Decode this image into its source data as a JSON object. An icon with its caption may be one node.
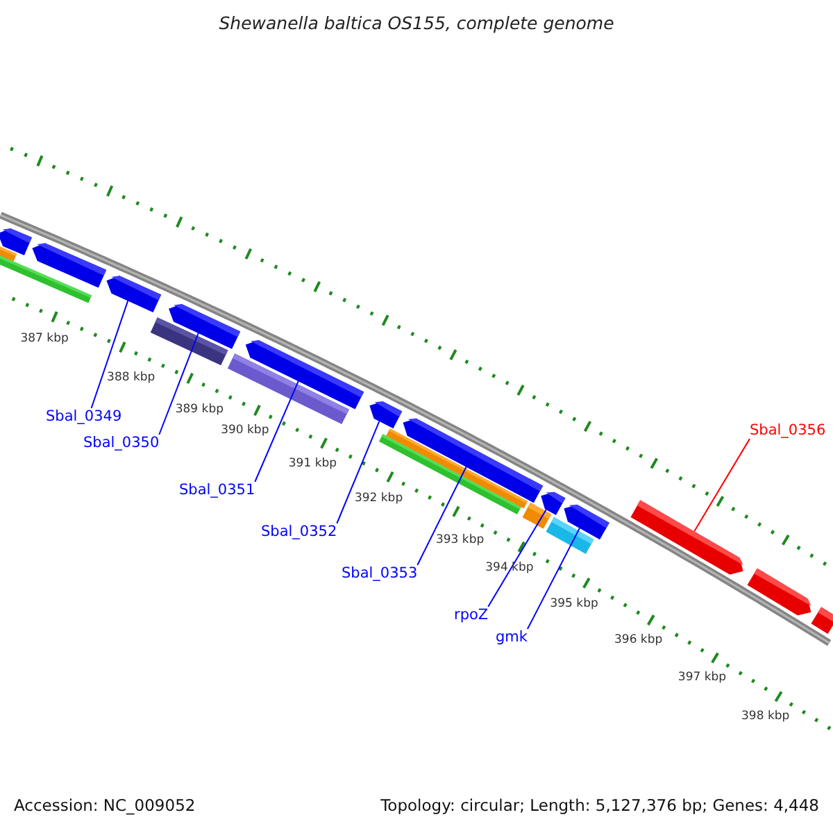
{
  "diagram": {
    "title": "Shewanella baltica OS155, complete genome",
    "nodes": [
      {
        "text": [
          "Sbal_0349"
        ]
      },
      {
        "text": [
          "Sbal_0350"
        ]
      },
      {
        "text": [
          "Sbal_0351"
        ]
      },
      {
        "text": [
          "Sbal_0352"
        ]
      },
      {
        "text": [
          "Sbal_0353"
        ]
      },
      {
        "text": [
          "rpoZ"
        ]
      },
      {
        "text": [
          "gmk"
        ]
      },
      {
        "text": [
          "Sbal_0356"
        ]
      },
      {
        "text": [],
        "shape": "bar"
      },
      {
        "text": [],
        "shape": "bar"
      },
      {
        "text": [],
        "shape": "bar"
      },
      {
        "text": [],
        "shape": "bar"
      },
      {
        "text": [],
        "shape": "bar"
      },
      {
        "text": [],
        "shape": "bar"
      },
      {
        "text": [],
        "shape": "bar"
      },
      {
        "text": [],
        "shape": "bar"
      },
      {
        "text": [],
        "shape": "bar"
      },
      {
        "text": [],
        "shape": "bar"
      },
      {
        "text": [],
        "shape": "bar"
      },
      {
        "text": [],
        "shape": "bar"
      },
      {
        "text": [],
        "shape": "bar"
      },
      {
        "text": [],
        "shape": "bar"
      },
      {
        "text": [],
        "shape": "bar"
      },
      {
        "text": [],
        "shape": "bar"
      },
      {
        "text": [],
        "shape": "bar"
      },
      {
        "text": [],
        "shape": "bar"
      },
      {
        "text": [],
        "shape": "bar"
      },
      {
        "text": [],
        "shape": "bar"
      }
    ],
    "edges": [
      {
        "from": 0,
        "to": 12,
        "arrow": "none"
      },
      {
        "from": 1,
        "to": 14,
        "arrow": "none"
      },
      {
        "from": 2,
        "to": 16,
        "arrow": "none"
      },
      {
        "from": 3,
        "to": 17,
        "arrow": "none"
      },
      {
        "from": 4,
        "to": 20,
        "arrow": "none"
      },
      {
        "from": 5,
        "to": 22,
        "arrow": "none"
      },
      {
        "from": 6,
        "to": 24,
        "arrow": "none"
      },
      {
        "from": 7,
        "to": 25,
        "arrow": "none",
        "color": "#ff0000"
      }
    ],
    "labels": [
      "387 kbp",
      "388 kbp",
      "389 kbp",
      "390 kbp",
      "391 kbp",
      "392 kbp",
      "393 kbp",
      "394 kbp",
      "395 kbp",
      "396 kbp",
      "397 kbp",
      "398 kbp",
      "Accession: NC_009052",
      "Topology: circular; Length: 5,127,376 bp; Genes: 4,448"
    ]
  }
}
